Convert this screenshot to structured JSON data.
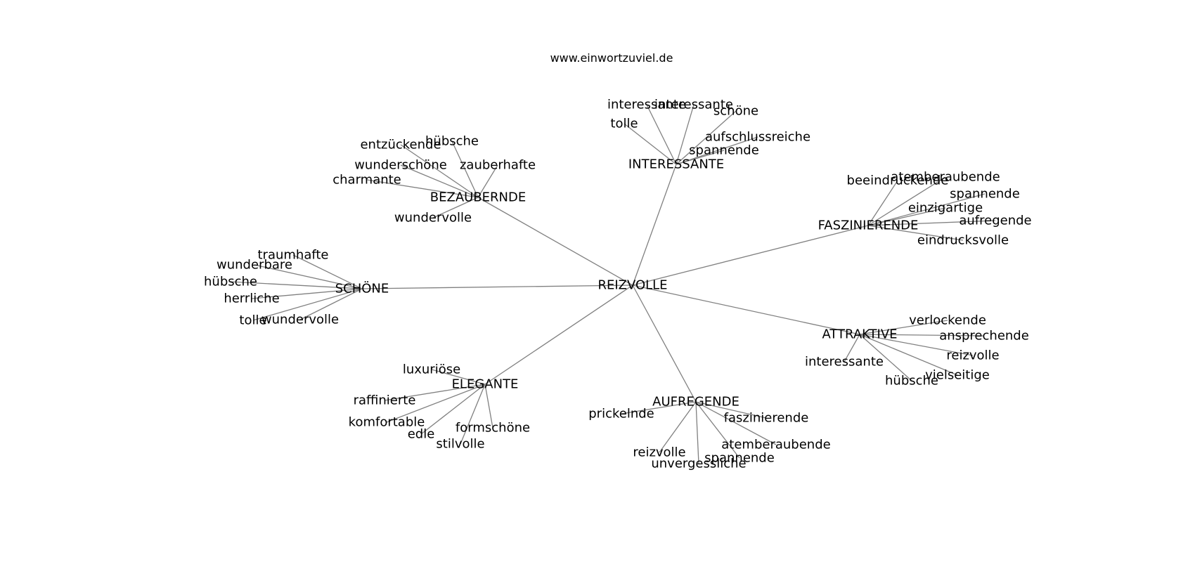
{
  "credit": "www.einwortzuviel.de",
  "colors": {
    "edge": "#808080",
    "text": "#000000",
    "background": "#ffffff"
  },
  "graph": {
    "root": "REIZVOLLE",
    "clusters": [
      {
        "label": "INTERESSANTE",
        "leaves": [
          "interessante",
          "interessante",
          "schöne",
          "tolle",
          "aufschlussreiche",
          "spannende"
        ]
      },
      {
        "label": "BEZAUBERNDE",
        "leaves": [
          "hübsche",
          "entzückende",
          "wunderschöne",
          "zauberhafte",
          "charmante",
          "wundervolle"
        ]
      },
      {
        "label": "FASZINIERENDE",
        "leaves": [
          "atemberaubende",
          "beeindruckende",
          "spannende",
          "einzigartige",
          "aufregende",
          "eindrucksvolle"
        ]
      },
      {
        "label": "SCHÖNE",
        "leaves": [
          "traumhafte",
          "wunderbare",
          "hübsche",
          "herrliche",
          "tolle",
          "wundervolle"
        ]
      },
      {
        "label": "ATTRAKTIVE",
        "leaves": [
          "verlockende",
          "ansprechende",
          "interessante",
          "reizvolle",
          "vielseitige",
          "hübsche"
        ]
      },
      {
        "label": "ELEGANTE",
        "leaves": [
          "luxuriöse",
          "raffinierte",
          "komfortable",
          "edle",
          "formschöne",
          "stilvolle"
        ]
      },
      {
        "label": "AUFREGENDE",
        "leaves": [
          "prickelnde",
          "faszinierende",
          "atemberaubende",
          "reizvolle",
          "spannende",
          "unvergessliche"
        ]
      }
    ]
  }
}
